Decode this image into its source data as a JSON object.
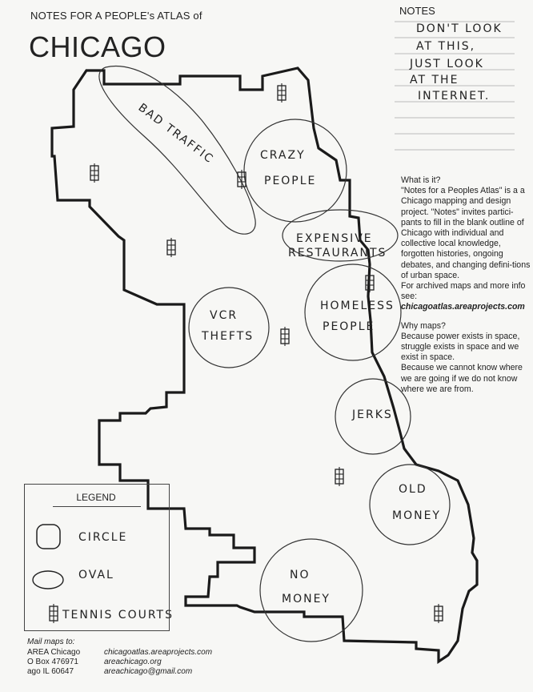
{
  "header": {
    "pretitle": "NOTES FOR A PEOPLE's ATLAS of",
    "title": "CHICAGO"
  },
  "notes": {
    "title": "NOTES",
    "lines": [
      "DON'T LOOK",
      "AT THIS,",
      "JUST LOOK",
      "AT THE",
      "INTERNET."
    ]
  },
  "map_labels": {
    "bad_traffic": "BAD TRAFFIC",
    "crazy": "CRAZY",
    "people": "PEOPLE",
    "expensive": "EXPENSIVE",
    "restaurants": "RESTAURANTS",
    "homeless": "HOMELESS",
    "homeless_people": "PEOPLE",
    "vcr": "VCR",
    "thefts": "THEFTS",
    "jerks": "JERKS",
    "old": "OLD",
    "money": "MONEY",
    "no": "NO",
    "no_money": "MONEY"
  },
  "about": {
    "heading": "What is it?",
    "body": "\"Notes for a Peoples Atlas\" is a a Chicago mapping and design project. \"Notes\" invites partici-pants to fill in the blank outline of Chicago with individual and collective local knowledge, forgotten histories, ongoing debates, and changing defini-tions of urban space.",
    "archive": "For archived maps and more info see:",
    "url": "chicagoatlas.areaprojects.com",
    "why_heading": "Why maps?",
    "why_1": "Because power exists in space, struggle exists in space and we exist in space.",
    "why_2": "Because we cannot know where we are going if we do not know where we are from."
  },
  "legend": {
    "title": "LEGEND",
    "items": [
      {
        "label": "CIRCLE",
        "icon": "circle-icon"
      },
      {
        "label": "OVAL",
        "icon": "oval-icon"
      },
      {
        "label": "TENNIS COURTS",
        "icon": "tennis-court-icon"
      }
    ]
  },
  "footer": {
    "mail_label": "Mail maps to:",
    "mail_1": "AREA Chicago",
    "mail_2": "O Box 476971",
    "mail_3": "ago IL 60647",
    "link_1": "chicagoatlas.areaprojects.com",
    "link_2": "areachicago.org",
    "link_3": "areachicago@gmail.com"
  }
}
